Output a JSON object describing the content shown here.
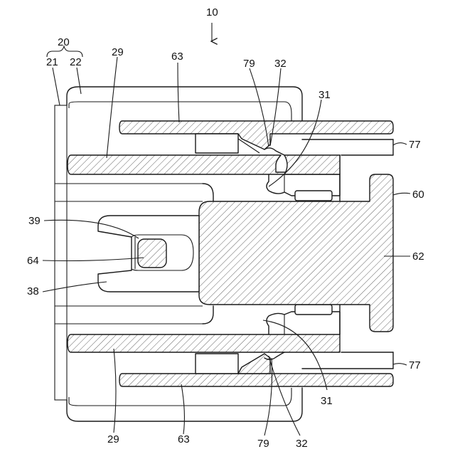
{
  "figure": {
    "labels": {
      "assembly": "10",
      "housing": "20",
      "housing_part_a": "21",
      "housing_part_b": "22",
      "part_29_top": "29",
      "part_29_bottom": "29",
      "part_63_top": "63",
      "part_63_bottom": "63",
      "part_79_top": "79",
      "part_79_bottom": "79",
      "part_32_top": "32",
      "part_32_bottom": "32",
      "part_31_top": "31",
      "part_31_bottom": "31",
      "part_77_top": "77",
      "part_77_bottom": "77",
      "part_60": "60",
      "part_62": "62",
      "part_39": "39",
      "part_64": "64",
      "part_38": "38"
    }
  }
}
